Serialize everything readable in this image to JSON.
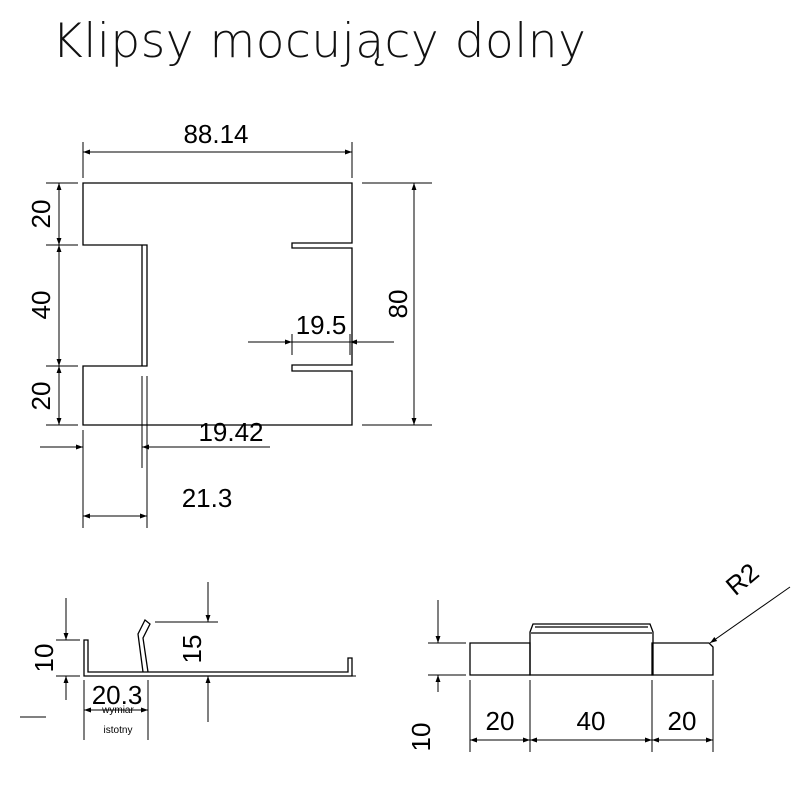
{
  "title": "Klipsy mocujący dolny",
  "top_view": {
    "width_label": "88.14",
    "height_label": "80",
    "left_top_label": "20",
    "left_mid_label": "40",
    "left_bottom_label": "20",
    "slot_depth_label": "19.5",
    "inner_offset_label": "19.42",
    "outer_offset_label": "21.3"
  },
  "side_view": {
    "height_label": "10",
    "tab_height_label": "15",
    "length_label": "20.3",
    "note_line1": "wymiar",
    "note_line2": "istotny"
  },
  "front_view": {
    "radius_label": "R2",
    "height_label": "10",
    "seg_left_label": "20",
    "seg_mid_label": "40",
    "seg_right_label": "20"
  }
}
